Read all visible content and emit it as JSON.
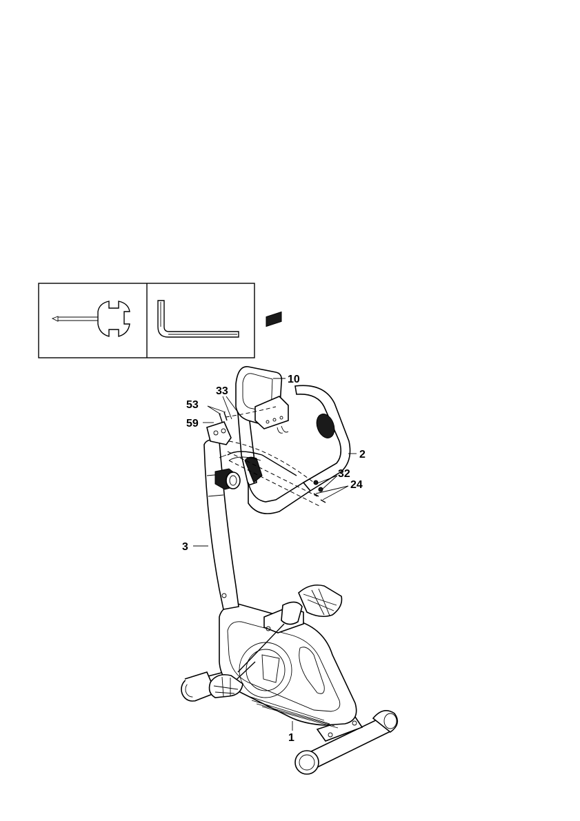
{
  "callouts": {
    "part_1": "1",
    "part_2": "2",
    "part_3": "3",
    "part_10": "10",
    "part_24": "24",
    "part_32": "32",
    "part_33": "33",
    "part_53": "53",
    "part_59": "59"
  },
  "tools": [
    {
      "icon": "combination-wrench-icon"
    },
    {
      "icon": "allen-key-icon"
    }
  ]
}
